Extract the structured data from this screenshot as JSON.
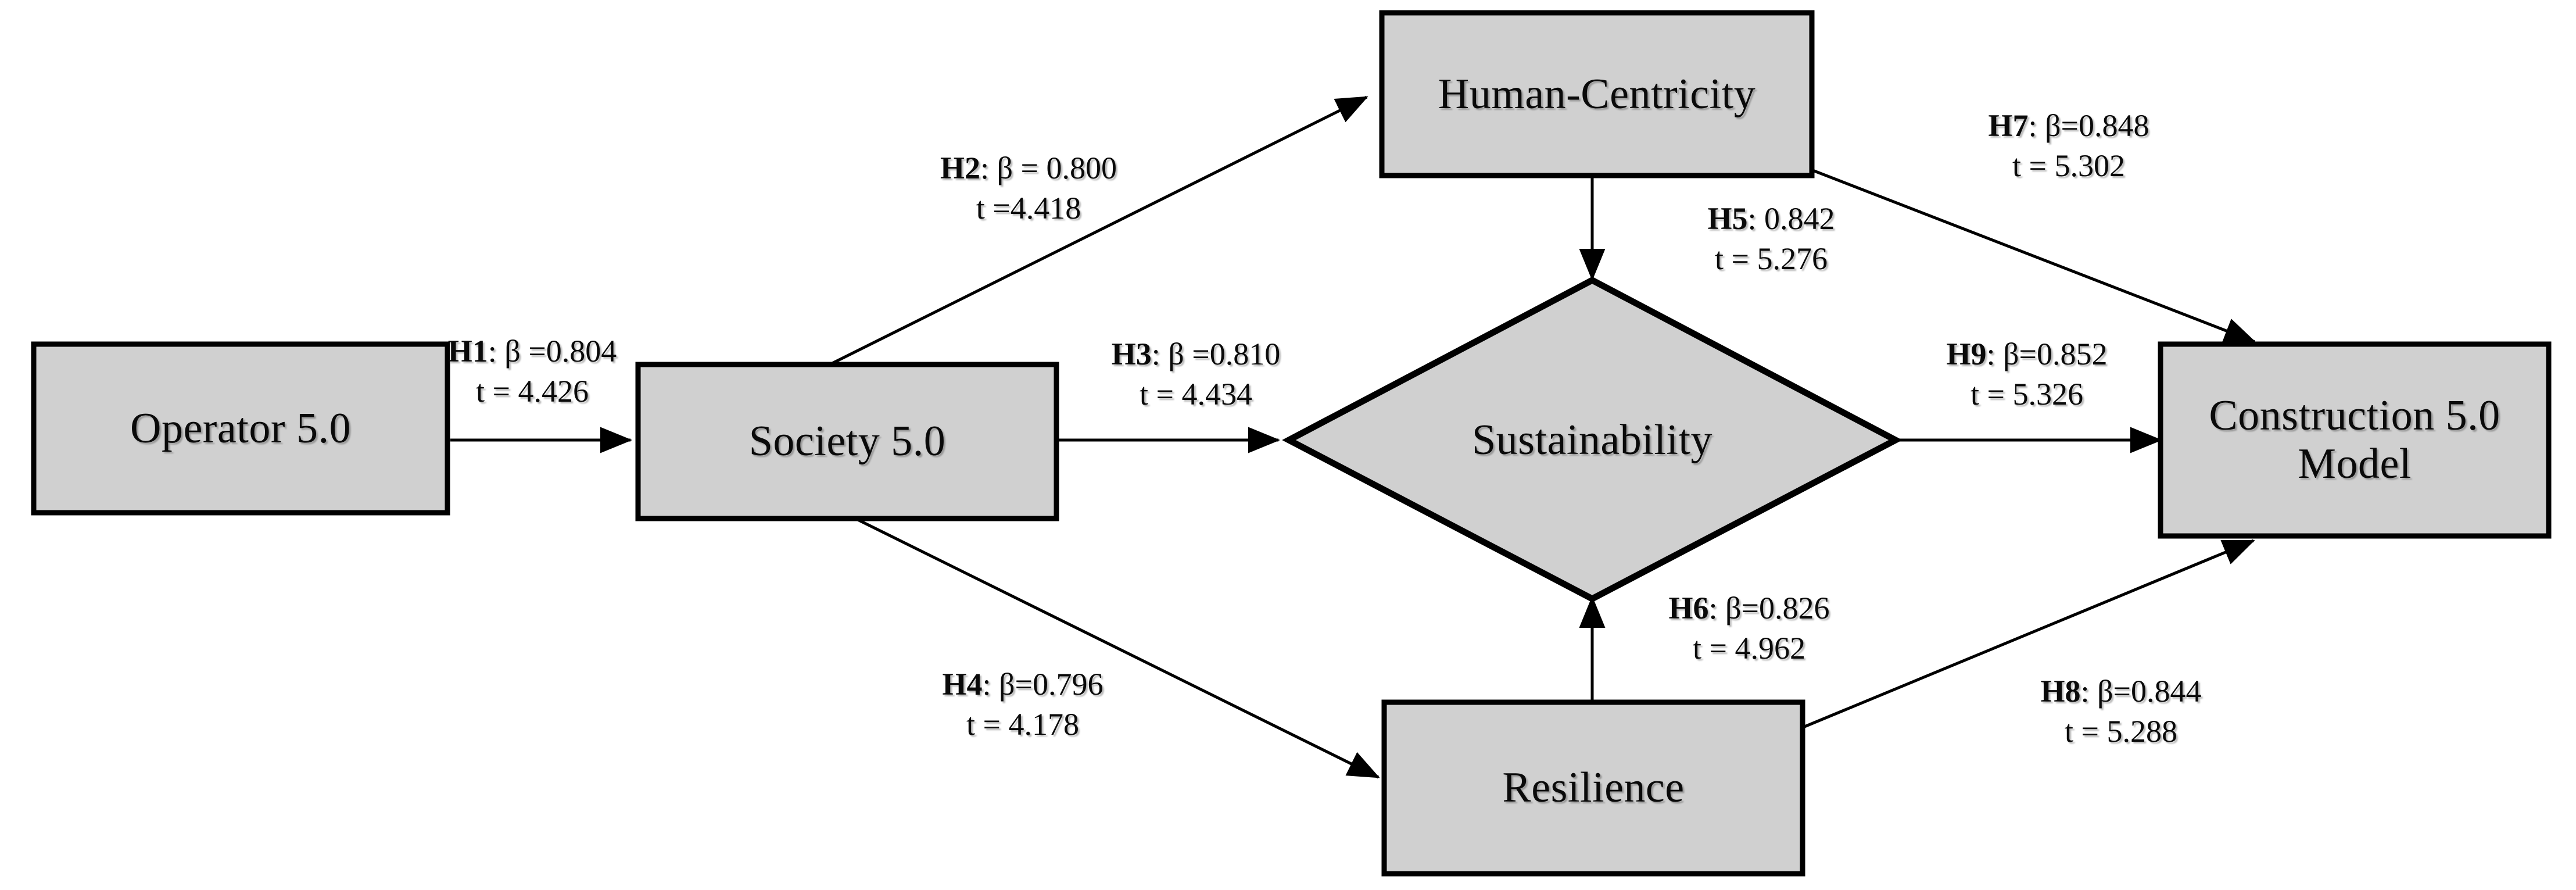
{
  "diagram": {
    "type": "structural-equation-path-model",
    "background_color": "#ffffff",
    "node_fill_color": "#d0d0d0",
    "node_stroke_color": "#000000",
    "nodes": [
      {
        "id": "operator",
        "label": "Operator 5.0",
        "shape": "rectangle"
      },
      {
        "id": "society",
        "label": "Society 5.0",
        "shape": "rectangle"
      },
      {
        "id": "human_centricity",
        "label": "Human-Centricity",
        "shape": "rectangle"
      },
      {
        "id": "sustainability",
        "label": "Sustainability",
        "shape": "diamond"
      },
      {
        "id": "resilience",
        "label": "Resilience",
        "shape": "rectangle"
      },
      {
        "id": "construction",
        "label": "Construction 5.0 Model",
        "label_line1": "Construction 5.0",
        "label_line2": "Model",
        "shape": "rectangle"
      }
    ],
    "edges": [
      {
        "id": "h1",
        "hypothesis": "H1",
        "from": "operator",
        "to": "society",
        "beta_line": ": β =0.804",
        "t_line": "t = 4.426",
        "beta": 0.804,
        "t": 4.426
      },
      {
        "id": "h2",
        "hypothesis": "H2",
        "from": "society",
        "to": "human_centricity",
        "beta_line": ": β = 0.800",
        "t_line": "t =4.418",
        "beta": 0.8,
        "t": 4.418
      },
      {
        "id": "h3",
        "hypothesis": "H3",
        "from": "society",
        "to": "sustainability",
        "beta_line": ": β =0.810",
        "t_line": "t = 4.434",
        "beta": 0.81,
        "t": 4.434
      },
      {
        "id": "h4",
        "hypothesis": "H4",
        "from": "society",
        "to": "resilience",
        "beta_line": ": β=0.796",
        "t_line": "t = 4.178",
        "beta": 0.796,
        "t": 4.178
      },
      {
        "id": "h5",
        "hypothesis": "H5",
        "from": "human_centricity",
        "to": "sustainability",
        "beta_line": ": 0.842",
        "t_line": "t = 5.276",
        "beta": 0.842,
        "t": 5.276
      },
      {
        "id": "h6",
        "hypothesis": "H6",
        "from": "resilience",
        "to": "sustainability",
        "beta_line": ": β=0.826",
        "t_line": "t = 4.962",
        "beta": 0.826,
        "t": 4.962
      },
      {
        "id": "h7",
        "hypothesis": "H7",
        "from": "human_centricity",
        "to": "construction",
        "beta_line": ": β=0.848",
        "t_line": "t = 5.302",
        "beta": 0.848,
        "t": 5.302
      },
      {
        "id": "h8",
        "hypothesis": "H8",
        "from": "resilience",
        "to": "construction",
        "beta_line": ": β=0.844",
        "t_line": "t = 5.288",
        "beta": 0.844,
        "t": 5.288
      },
      {
        "id": "h9",
        "hypothesis": "H9",
        "from": "sustainability",
        "to": "construction",
        "beta_line": ": β=0.852",
        "t_line": "t = 5.326",
        "beta": 0.852,
        "t": 5.326
      }
    ]
  }
}
